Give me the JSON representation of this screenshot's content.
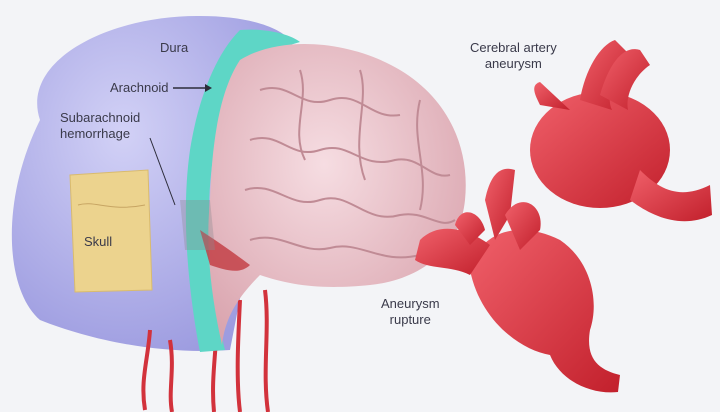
{
  "labels": {
    "dura": "Dura",
    "arachnoid": "Arachnoid",
    "subarachnoid_line1": "Subarachnoid",
    "subarachnoid_line2": "hemorrhage",
    "skull": "Skull",
    "cerebral_line1": "Cerebral artery",
    "cerebral_line2": "aneurysm",
    "rupture_line1": "Aneurysm",
    "rupture_line2": "rupture"
  },
  "colors": {
    "dura": "#b7b6ee",
    "arachnoid": "#5ed6c6",
    "brain": "#ecc4cc",
    "skull": "#ecd38e",
    "artery": "#d9343f"
  }
}
